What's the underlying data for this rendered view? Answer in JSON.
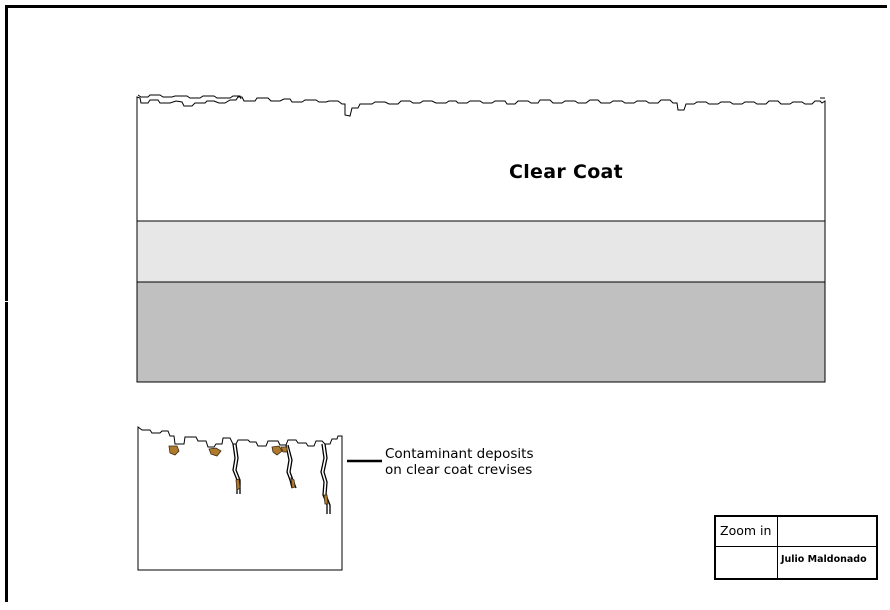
{
  "diagram": {
    "layer_label": "Clear Coat",
    "callout_lines": [
      "Contaminant deposits",
      "on clear coat crevises"
    ],
    "colors": {
      "clear_coat": "#ffffff",
      "base_coat": "#e7e7e7",
      "primer": "#c0c0c0",
      "deposit": "#b07a2e",
      "outline": "#000000"
    }
  },
  "title_block": {
    "zoom_label": "Zoom in",
    "author": "Julio Maldonado"
  }
}
